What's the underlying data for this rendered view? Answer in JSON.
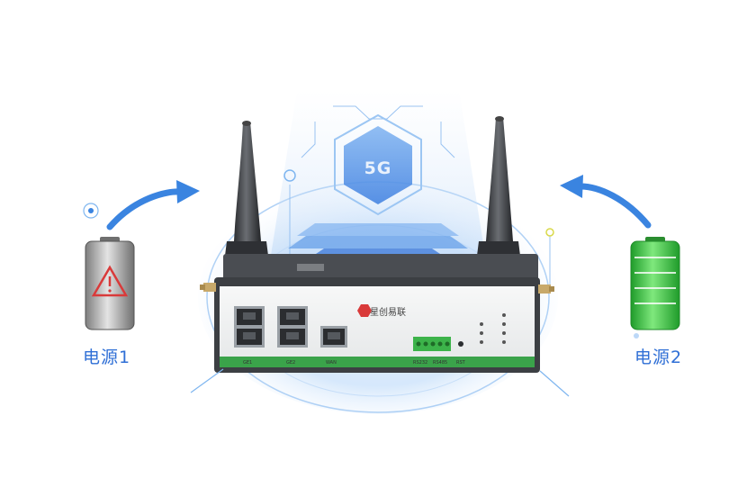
{
  "power_labels": {
    "left": "电源1",
    "right": "电源2"
  },
  "network_badge": "5G",
  "device": {
    "brand": "星创易联",
    "ports": {
      "ge1": "GE1",
      "ge2": "GE2",
      "wan": "WAN",
      "rs232": "RS232",
      "rs485": "RS485",
      "rst": "RST"
    }
  },
  "batteries": {
    "left": {
      "state": "empty-warning",
      "color": "#9a9a9a",
      "warning_color": "#d93a3a"
    },
    "right": {
      "state": "full",
      "color": "#3cc23c"
    }
  },
  "colors": {
    "arrow": "#3a84e0",
    "glow": "#cfe4fb",
    "device_body": "#3c3f43",
    "device_stripe": "#3aa34a",
    "label": "#2f6fd6"
  }
}
